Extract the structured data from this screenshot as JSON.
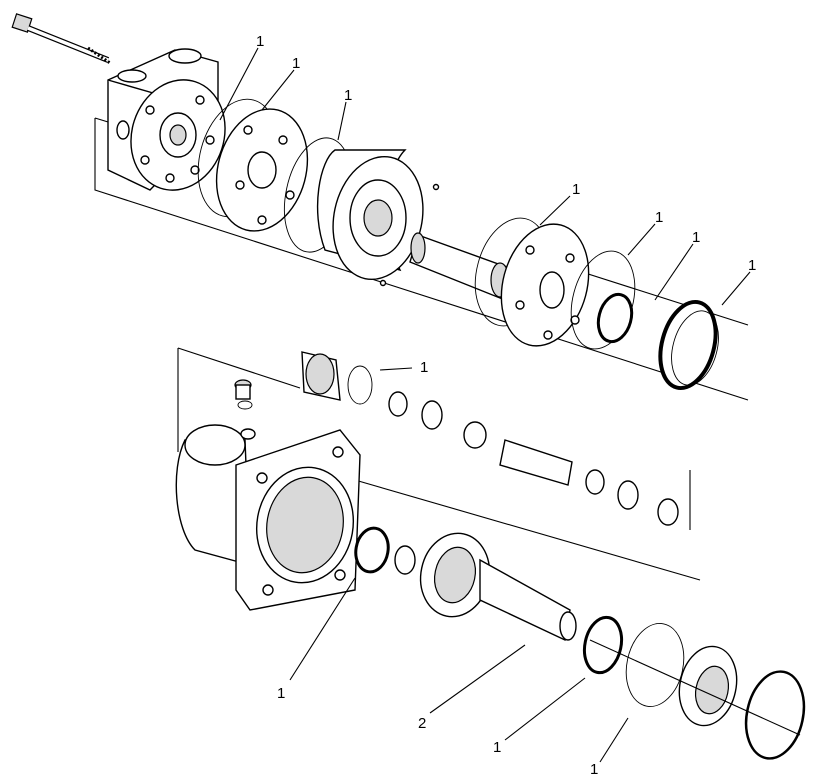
{
  "callouts": [
    {
      "text": "1"
    },
    {
      "text": "1"
    },
    {
      "text": "1"
    },
    {
      "text": "1"
    },
    {
      "text": "1"
    },
    {
      "text": "1"
    },
    {
      "text": "1"
    },
    {
      "text": "1"
    },
    {
      "text": "1"
    },
    {
      "text": "2"
    },
    {
      "text": "1"
    },
    {
      "text": "1"
    }
  ]
}
